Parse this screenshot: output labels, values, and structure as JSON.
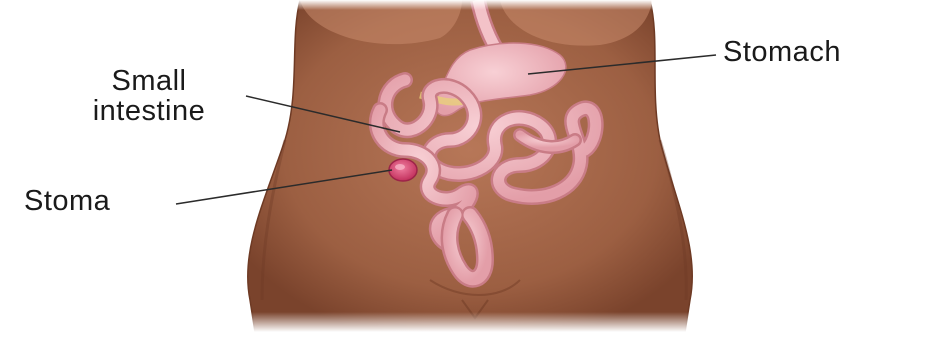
{
  "labels": {
    "stomach": "Stomach",
    "small_intestine_line1": "Small",
    "small_intestine_line2": "intestine",
    "stoma": "Stoma"
  },
  "colors": {
    "skin": "#a4674a",
    "skin_shadow": "#7c4630",
    "organ": "#f0b5bd",
    "organ_outline": "#c97c86",
    "stoma": "#d9426e",
    "leader_line": "#2b2b2b"
  }
}
